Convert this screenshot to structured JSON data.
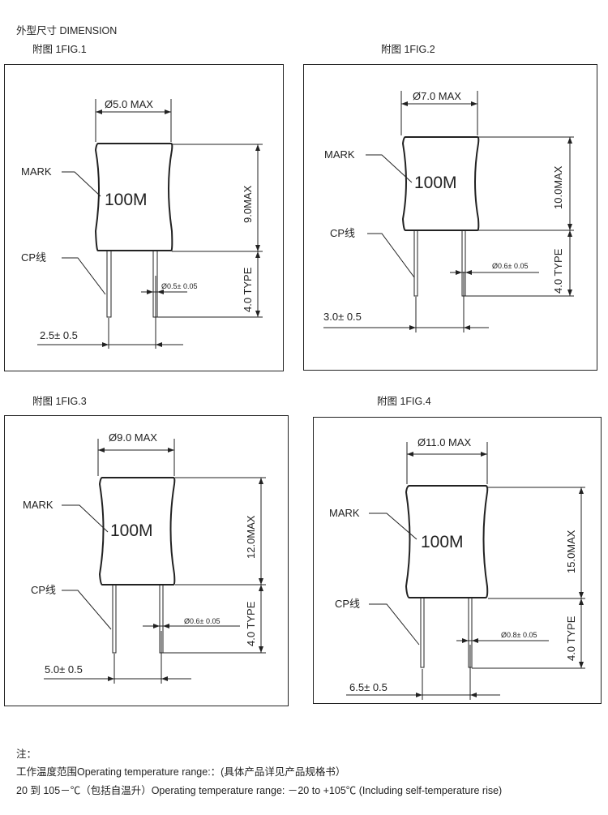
{
  "header": {
    "title": "外型尺寸 DIMENSION"
  },
  "figures": [
    {
      "caption": "附图 1FIG.1",
      "diameter": "Ø5.0 MAX",
      "height": "9.0MAX",
      "lead": "4.0 TYPE",
      "wire": "Ø0.5± 0.05",
      "pitch": "2.5± 0.5",
      "mark_label": "MARK",
      "mark_value": "100M",
      "cp_label": "CP线"
    },
    {
      "caption": "附图 1FIG.2",
      "diameter": "Ø7.0 MAX",
      "height": "10.0MAX",
      "lead": "4.0 TYPE",
      "wire": "Ø0.6± 0.05",
      "pitch": "3.0± 0.5",
      "mark_label": "MARK",
      "mark_value": "100M",
      "cp_label": "CP线"
    },
    {
      "caption": "附图 1FIG.3",
      "diameter": "Ø9.0 MAX",
      "height": "12.0MAX",
      "lead": "4.0 TYPE",
      "wire": "Ø0.6± 0.05",
      "pitch": "5.0± 0.5",
      "mark_label": "MARK",
      "mark_value": "100M",
      "cp_label": "CP线"
    },
    {
      "caption": "附图 1FIG.4",
      "diameter": "Ø11.0 MAX",
      "height": "15.0MAX",
      "lead": "4.0 TYPE",
      "wire": "Ø0.8± 0.05",
      "pitch": "6.5± 0.5",
      "mark_label": "MARK",
      "mark_value": "100M",
      "cp_label": "CP线"
    }
  ],
  "notes": {
    "heading": "注：",
    "line1": "工作温度范围Operating temperature range:：(具体产品详见产品规格书）",
    "line2": "20 到 105－℃（包括自温升）Operating temperature range: －20 to +105℃ (Including self-temperature rise)"
  }
}
